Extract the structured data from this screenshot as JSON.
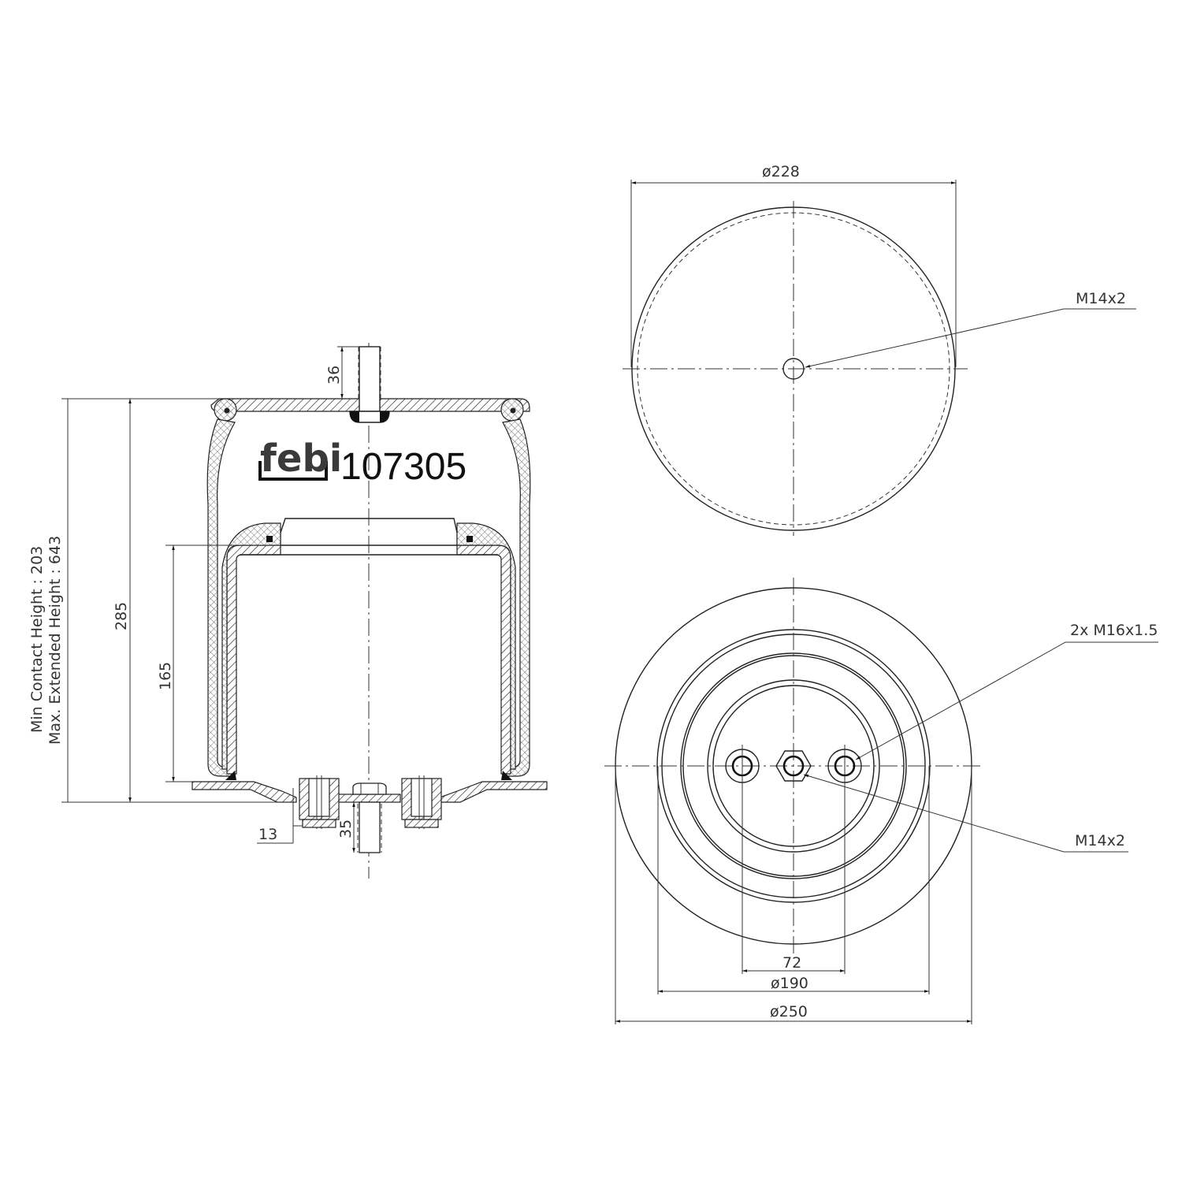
{
  "brand": {
    "logo_text": "febi",
    "part_number": "107305"
  },
  "notes": {
    "min_contact_height": "Min Contact Height : 203",
    "max_extended_height": "Max. Extended Height : 643"
  },
  "side_view": {
    "dimensions": {
      "overall_height": "285",
      "piston_height": "165",
      "top_stud_length": "36",
      "bottom_stud_length": "35",
      "base_offset": "13"
    }
  },
  "top_view": {
    "diameter": "ø228",
    "thread_callout": "M14x2"
  },
  "bottom_view": {
    "bolt_callout": "2x M16x1.5",
    "center_thread_callout": "M14x2",
    "bolt_spacing": "72",
    "inner_diameter": "ø190",
    "outer_diameter": "ø250"
  }
}
